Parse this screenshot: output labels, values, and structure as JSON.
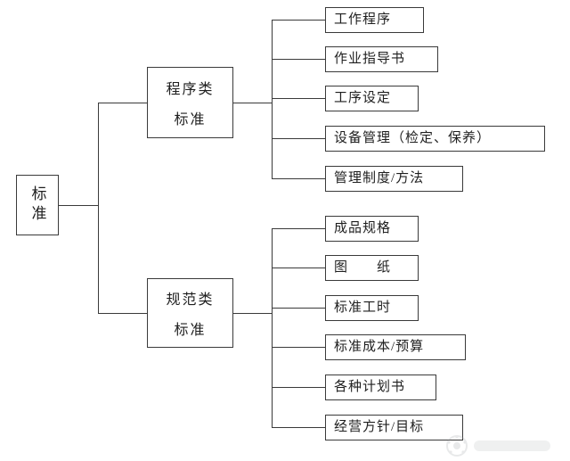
{
  "diagram": {
    "root": {
      "label": "标准"
    },
    "groups": [
      {
        "branch": {
          "line1": "程序类",
          "line2": "标准"
        },
        "leaves": [
          {
            "label": "工作程序"
          },
          {
            "label": "作业指导书"
          },
          {
            "label": "工序设定"
          },
          {
            "label": "设备管理（检定、保养）"
          },
          {
            "label": "管理制度/方法"
          }
        ]
      },
      {
        "branch": {
          "line1": "规范类",
          "line2": "标准"
        },
        "leaves": [
          {
            "label": "成品规格"
          },
          {
            "label": "图　　纸"
          },
          {
            "label": "标准工时"
          },
          {
            "label": "标准成本/预算"
          },
          {
            "label": "各种计划书"
          },
          {
            "label": "经营方针/目标"
          }
        ]
      }
    ],
    "line_color": "#3a3a3a"
  },
  "watermark": {
    "icon": "faint-emblem-icon"
  }
}
